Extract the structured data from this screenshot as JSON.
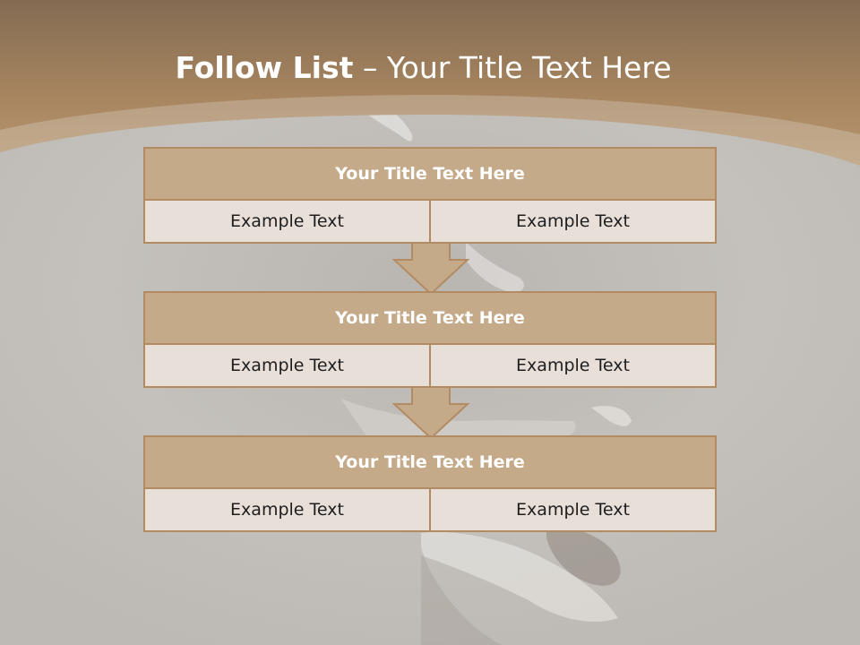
{
  "slide": {
    "title_bold": "Follow List",
    "title_rest": "– Your Title Text Here"
  },
  "blocks": [
    {
      "title": "Your Title Text Here",
      "left": "Example Text",
      "right": "Example Text"
    },
    {
      "title": "Your Title Text Here",
      "left": "Example Text",
      "right": "Example Text"
    },
    {
      "title": "Your Title Text Here",
      "left": "Example Text",
      "right": "Example Text"
    }
  ],
  "colors": {
    "header_brown": "#9a7a56",
    "block_title_fill": "#c5aa8a",
    "block_border": "#b38b63",
    "cell_fill": "#e8dfd8"
  }
}
